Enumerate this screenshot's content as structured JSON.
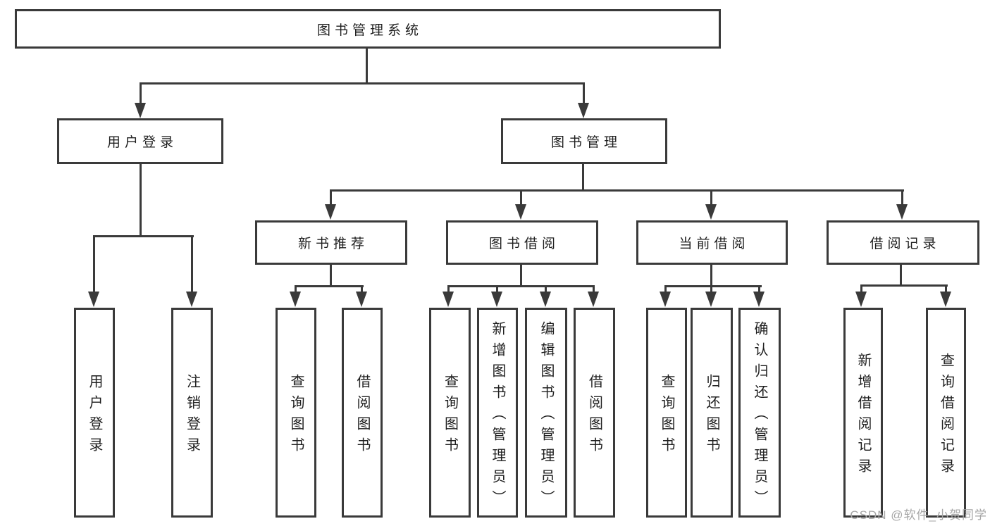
{
  "diagram": {
    "type": "hierarchy-tree",
    "title": "图书管理系统",
    "watermark": "CSDN @软件_小贺同学",
    "colors": {
      "line": "#3a3a3a",
      "box_border": "#3a3a3a",
      "text": "#1f1f1f",
      "background": "#ffffff",
      "watermark": "#a6a6a6"
    },
    "nodes": {
      "root": {
        "label": "图书管理系统"
      },
      "user_login": {
        "label": "用户登录"
      },
      "book_mgmt": {
        "label": "图书管理"
      },
      "new_book_rec": {
        "label": "新书推荐"
      },
      "book_borrow": {
        "label": "图书借阅"
      },
      "current_borrow": {
        "label": "当前借阅"
      },
      "borrow_record": {
        "label": "借阅记录"
      },
      "ul_login": {
        "label": "用户登录"
      },
      "ul_logout": {
        "label": "注销登录"
      },
      "nb_query": {
        "label": "查询图书"
      },
      "nb_borrow": {
        "label": "借阅图书"
      },
      "bb_query": {
        "label": "查询图书"
      },
      "bb_add": {
        "label": "新增图书（管理员）"
      },
      "bb_edit": {
        "label": "编辑图书（管理员）"
      },
      "bb_borrow": {
        "label": "借阅图书"
      },
      "cb_query": {
        "label": "查询图书"
      },
      "cb_return": {
        "label": "归还图书"
      },
      "cb_confirm": {
        "label": "确认归还（管理员）"
      },
      "br_add": {
        "label": "新增借阅记录"
      },
      "br_query": {
        "label": "查询借阅记录"
      }
    },
    "edges": [
      "root->user_login",
      "root->book_mgmt",
      "user_login->ul_login",
      "user_login->ul_logout",
      "book_mgmt->new_book_rec",
      "book_mgmt->book_borrow",
      "book_mgmt->current_borrow",
      "book_mgmt->borrow_record",
      "new_book_rec->nb_query",
      "new_book_rec->nb_borrow",
      "book_borrow->bb_query",
      "book_borrow->bb_add",
      "book_borrow->bb_edit",
      "book_borrow->bb_borrow",
      "current_borrow->cb_query",
      "current_borrow->cb_return",
      "current_borrow->cb_confirm",
      "borrow_record->br_add",
      "borrow_record->br_query"
    ]
  }
}
